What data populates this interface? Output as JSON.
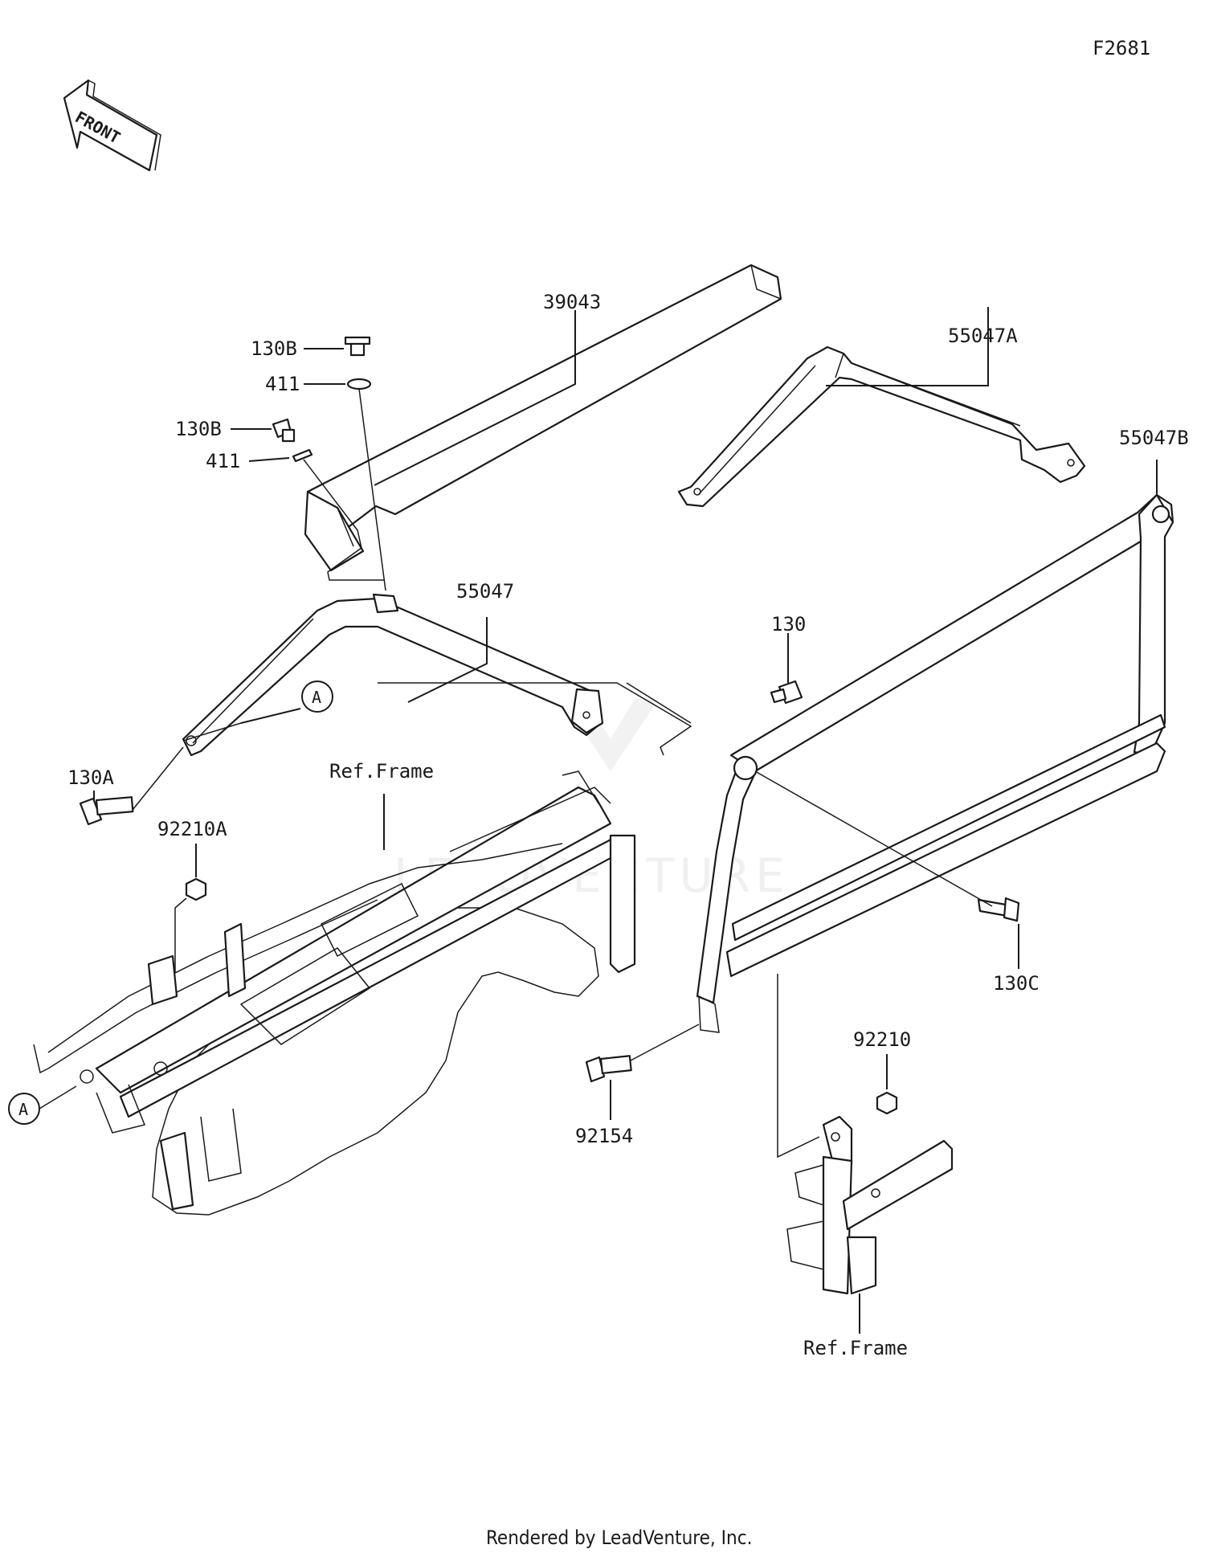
{
  "diagram": {
    "code": "F2681",
    "direction": "FRONT",
    "footer": "Rendered by LeadVenture, Inc.",
    "watermark": "LEADVENTURE",
    "callout_letter": "A",
    "labels": {
      "p39043": "39043",
      "p130B_1": "130B",
      "p411_1": "411",
      "p130B_2": "130B",
      "p411_2": "411",
      "p55047A": "55047A",
      "p55047B": "55047B",
      "p55047": "55047",
      "p130": "130",
      "p130A": "130A",
      "p92210A": "92210A",
      "ref_frame_1": "Ref.Frame",
      "p130C": "130C",
      "p92210": "92210",
      "p92154": "92154",
      "ref_frame_2": "Ref.Frame"
    }
  }
}
